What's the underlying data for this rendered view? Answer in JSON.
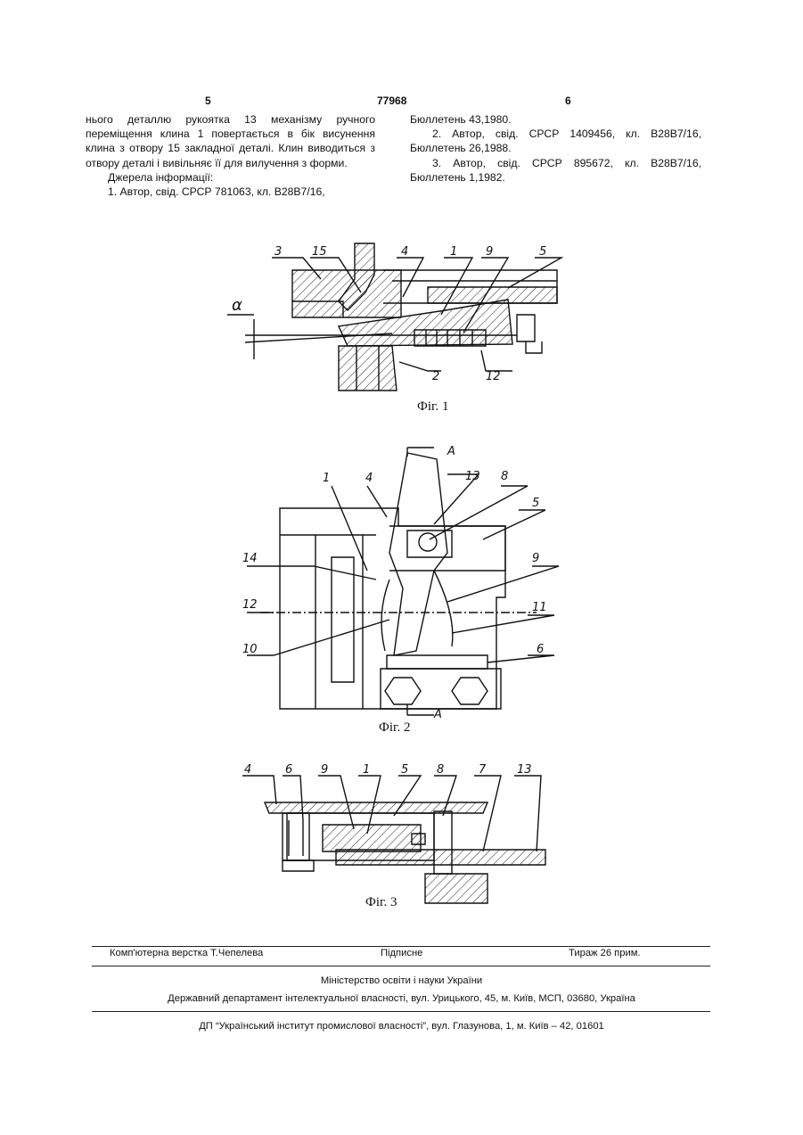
{
  "header": {
    "left_page": "5",
    "patent_number": "77968",
    "right_page": "6"
  },
  "left_column": [
    "нього деталлю рукоятка 13 механізму ручного переміщення клина 1 повертається в бік висунення клина з отвору 15 закладної деталі. Клин виводиться з отвору деталі і вивільняє її для вилучення з форми.",
    "Джерела інформації:",
    "1. Автор, свід. СРСР 781063, кл. В28В7/16,"
  ],
  "right_column": [
    "Бюллетень 43,1980.",
    "2. Автор, свід. СРСР 1409456, кл. В28В7/16, Бюллетень 26,1988.",
    "3. Автор, свід. СРСР 895672, кл. В28В7/16, Бюллетень 1,1982."
  ],
  "figures": {
    "fig1": {
      "caption": "Фіг. 1",
      "labels": {
        "l3": "3",
        "l15": "15",
        "l4": "4",
        "l1": "1",
        "l9": "9",
        "l5": "5",
        "alpha": "α",
        "l2": "2",
        "l12": "12"
      }
    },
    "fig2": {
      "caption": "Фіг. 2",
      "labels": {
        "a_top": "A",
        "a_bottom": "A",
        "l13": "13",
        "l8": "8",
        "l1": "1",
        "l4": "4",
        "l5": "5",
        "l14": "14",
        "l9": "9",
        "l12": "12",
        "l11": "11",
        "l10": "10",
        "l6": "6"
      }
    },
    "fig3": {
      "caption": "Фіг. 3",
      "labels": {
        "l4": "4",
        "l6": "6",
        "l9": "9",
        "l1": "1",
        "l5": "5",
        "l8": "8",
        "l7": "7",
        "l13": "13"
      }
    }
  },
  "footer": {
    "layout": "Комп'ютерна верстка Т.Чепелева",
    "signed": "Підписне",
    "circulation": "Тираж 26 прим.",
    "ministry": "Міністерство освіти і науки України",
    "department": "Державний департамент інтелектуальної власності, вул. Урицького, 45, м. Київ, МСП, 03680, Україна",
    "institute": "ДП “Український інститут промислової власності”, вул. Глазунова, 1, м. Київ – 42, 01601"
  }
}
